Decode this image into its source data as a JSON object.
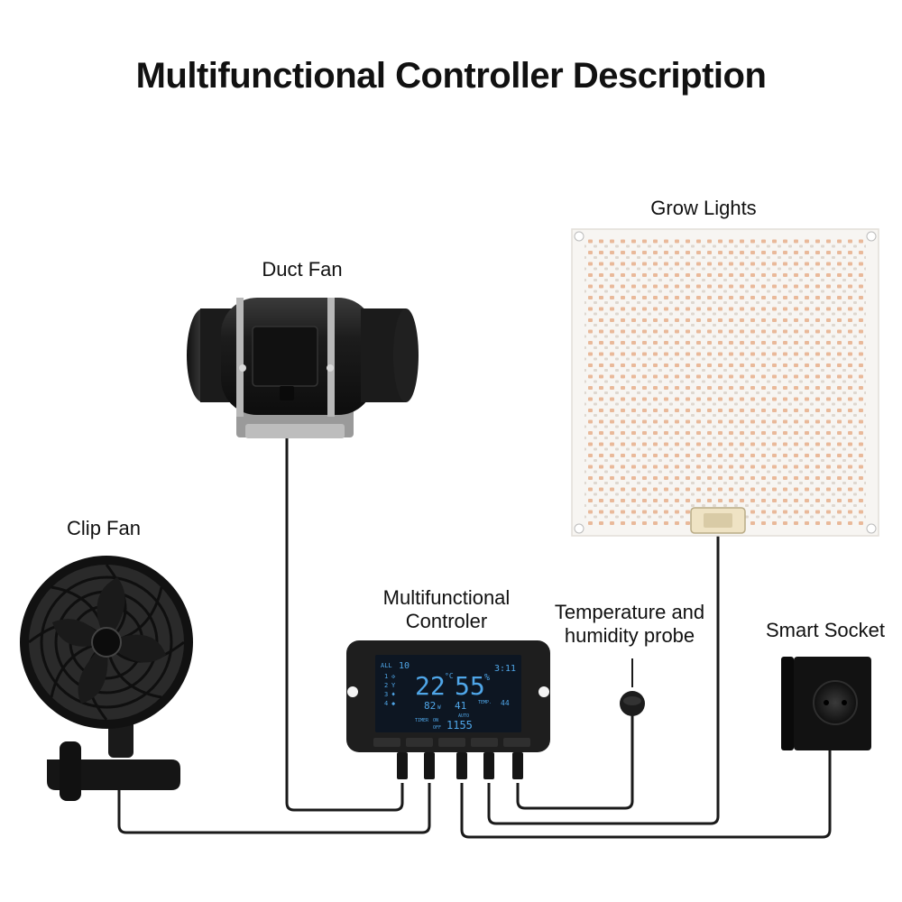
{
  "title": "Multifunctional Controller Description",
  "labels": {
    "duct_fan": "Duct Fan",
    "grow_lights": "Grow Lights",
    "clip_fan": "Clip Fan",
    "controller_line1": "Multifunctional",
    "controller_line2": "Controler",
    "probe_line1": "Temperature and",
    "probe_line2": "humidity probe",
    "smart_socket": "Smart Socket"
  },
  "display": {
    "all": "ALL",
    "channel_count": "10",
    "temp": "22",
    "temp_unit": "°C",
    "humidity": "55",
    "humidity_unit": "%",
    "time": "3:11",
    "power": "82",
    "power_unit": "W",
    "ph": "41",
    "temp_label": "TEMP.",
    "temp_small": "44",
    "auto": "AUTO",
    "timer": "TIMER",
    "on": "ON",
    "off": "OFF",
    "timer_value": "1155",
    "row1": "1",
    "row2": "2",
    "row3": "3",
    "row4": "4"
  },
  "colors": {
    "cable": "#1a1a1a",
    "lcd_bg": "#0d1622",
    "lcd_blue": "#4fa6e8",
    "panel": "#f6f4f1",
    "led_warm": "#e8b08c",
    "led_cool": "#d9d4cf"
  }
}
